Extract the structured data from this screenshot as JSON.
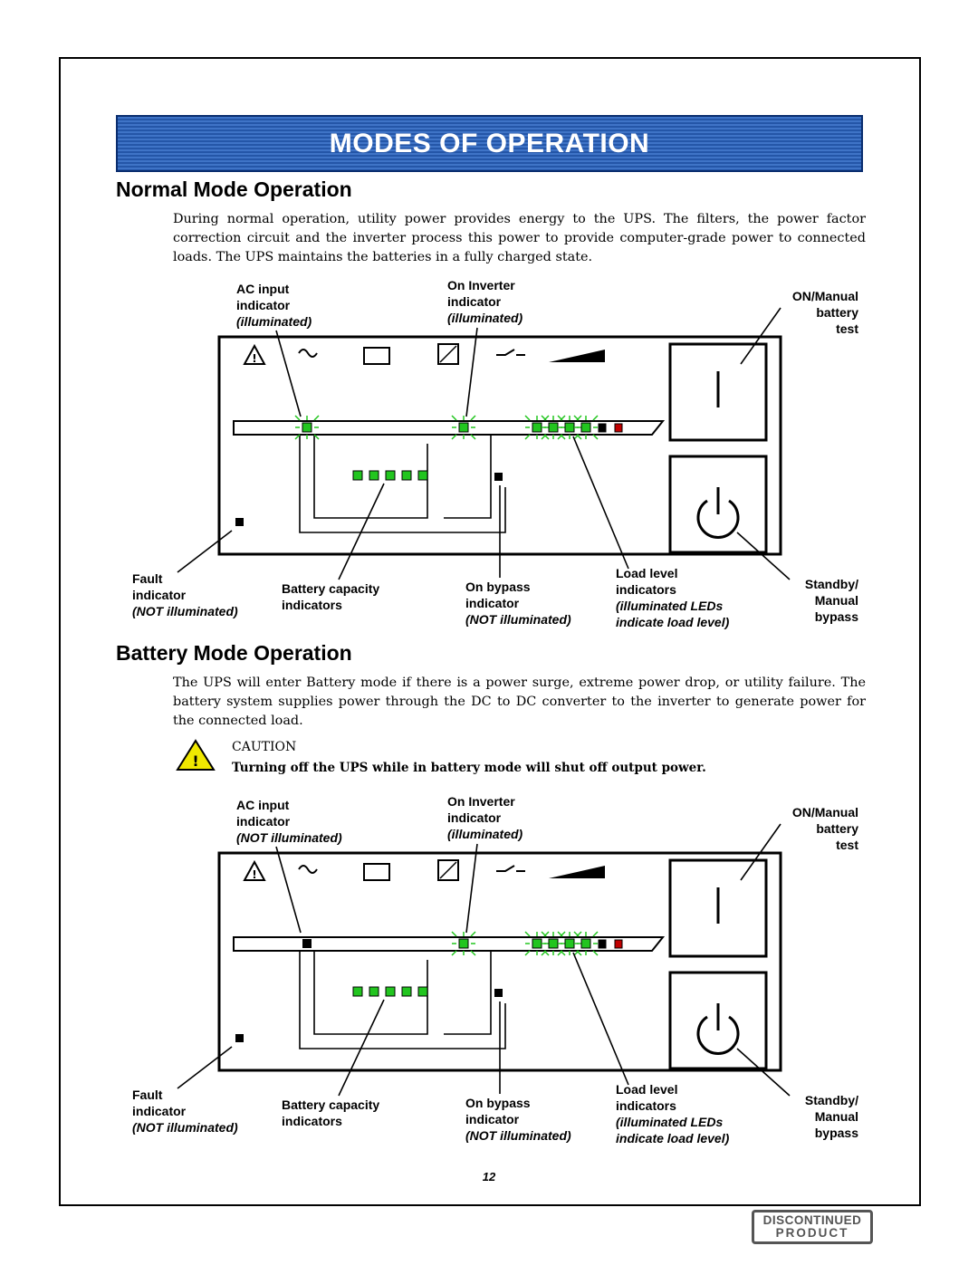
{
  "banner": {
    "title": "MODES OF OPERATION"
  },
  "normal": {
    "title": "Normal Mode Operation",
    "body": "During normal operation, utility power provides energy to the UPS. The filters, the power factor correction circuit and the inverter process this power to provide computer-grade power to connected loads. The UPS maintains the batteries in a fully charged state.",
    "labels": {
      "ac_input": [
        "AC input",
        "indicator"
      ],
      "ac_input_state": "(illuminated)",
      "on_inverter": [
        "On Inverter",
        "indicator"
      ],
      "on_inverter_state": "(illuminated)",
      "on_manual": [
        "ON/Manual",
        "battery",
        "test"
      ],
      "fault": [
        "Fault",
        "indicator"
      ],
      "fault_state": "(NOT illuminated)",
      "battery_capacity": [
        "Battery capacity",
        "indicators"
      ],
      "on_bypass": [
        "On bypass",
        "indicator"
      ],
      "on_bypass_state": "(NOT illuminated)",
      "load_level": [
        "Load level",
        "indicators"
      ],
      "load_level_state": [
        "(illuminated LEDs",
        "indicate load level)"
      ],
      "standby": [
        "Standby/",
        "Manual",
        "bypass"
      ]
    },
    "leds": {
      "ac_input": true,
      "on_inverter": true,
      "load_lit": 4,
      "load_total": 6
    }
  },
  "battery": {
    "title": "Battery Mode Operation",
    "body": "The UPS will enter Battery mode if there is a power surge, extreme power drop, or utility failure. The battery system supplies power through the DC to DC converter to the inverter to generate power for the connected load.",
    "caution_title": "CAUTION",
    "caution_text": "Turning off the UPS while in battery mode will shut off output power.",
    "labels": {
      "ac_input": [
        "AC input",
        "indicator"
      ],
      "ac_input_state": "(NOT illuminated)",
      "on_inverter": [
        "On Inverter",
        "indicator"
      ],
      "on_inverter_state": "(illuminated)",
      "on_manual": [
        "ON/Manual",
        "battery",
        "test"
      ],
      "fault": [
        "Fault",
        "indicator"
      ],
      "fault_state": "(NOT illuminated)",
      "battery_capacity": [
        "Battery capacity",
        "indicators"
      ],
      "on_bypass": [
        "On bypass",
        "indicator"
      ],
      "on_bypass_state": "(NOT illuminated)",
      "load_level": [
        "Load level",
        "indicators"
      ],
      "load_level_state": [
        "(illuminated LEDs",
        "indicate load level)"
      ],
      "standby": [
        "Standby/",
        "Manual",
        "bypass"
      ]
    },
    "leds": {
      "ac_input": false,
      "on_inverter": true,
      "load_lit": 4,
      "load_total": 6
    }
  },
  "page_number": "12",
  "stamp": {
    "line1": "DISCONTINUED",
    "line2": "PRODUCT"
  },
  "colors": {
    "banner_blue": "#2f63b8",
    "led_green": "#22c51f",
    "led_red": "#c00000"
  }
}
